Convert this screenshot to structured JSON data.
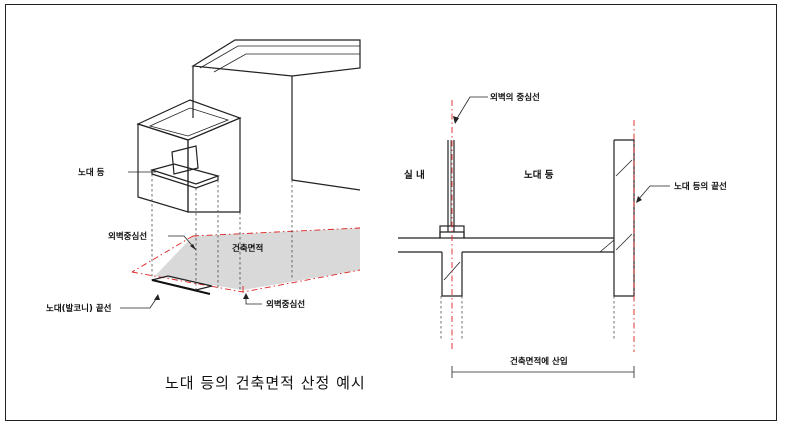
{
  "labels": {
    "balcony": "노대 등",
    "wall_center_left": "외벽중심선",
    "building_area": "건축면적",
    "balcony_edge": "노대(발코니) 끝선",
    "wall_center_bottom": "외벽중심선",
    "wall_center_right": "외벽의 중심선",
    "indoor": "실 내",
    "balcony_right": "노대 등",
    "balcony_end_line": "노대 등의 끝선",
    "included_area": "건축면적에 산입"
  },
  "caption": "노대 등의 건축면적 산정 예시",
  "colors": {
    "line": "#222222",
    "centerline": "#dd2222",
    "area": "#d9d9d9"
  }
}
